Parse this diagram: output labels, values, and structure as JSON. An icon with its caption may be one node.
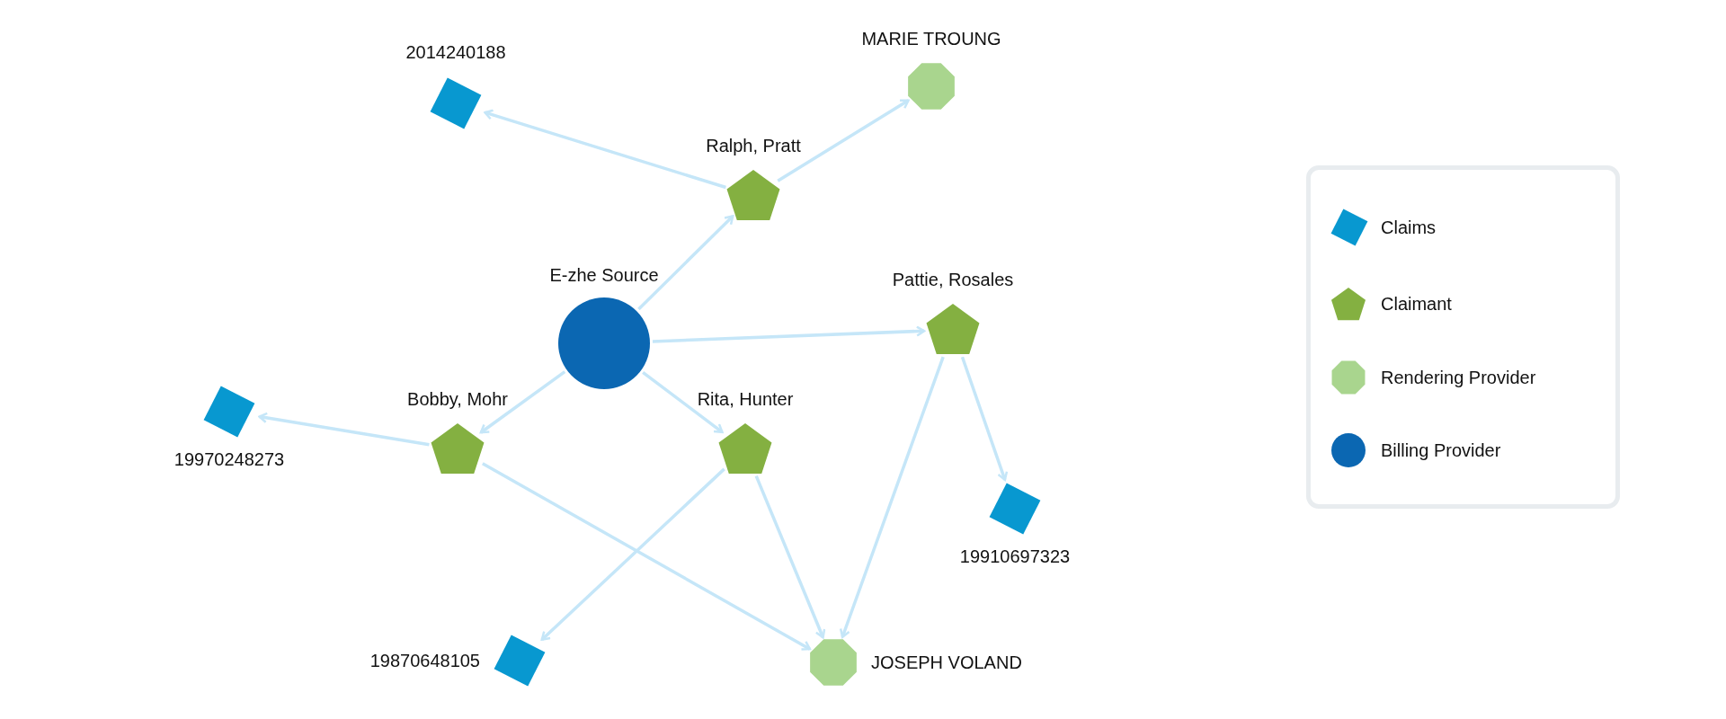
{
  "diagram": {
    "nodes": [
      {
        "text": [
          "E-zhe Source"
        ]
      },
      {
        "text": [
          "Ralph, Pratt"
        ]
      },
      {
        "text": [
          "MARIE TROUNG"
        ]
      },
      {
        "text": [
          "2014240188"
        ]
      },
      {
        "text": [
          "Pattie, Rosales"
        ]
      },
      {
        "text": [
          "Bobby, Mohr"
        ]
      },
      {
        "text": [
          "Rita, Hunter"
        ]
      },
      {
        "text": [
          "19970248273"
        ]
      },
      {
        "text": [
          "19910697323"
        ]
      },
      {
        "text": [
          "19870648105"
        ]
      },
      {
        "text": [
          "JOSEPH VOLAND"
        ]
      }
    ],
    "edges": [
      {
        "from": 0,
        "to": 1,
        "arrow": "to"
      },
      {
        "from": 1,
        "to": 3,
        "arrow": "to"
      },
      {
        "from": 1,
        "to": 2,
        "arrow": "to"
      },
      {
        "from": 0,
        "to": 4,
        "arrow": "to"
      },
      {
        "from": 0,
        "to": 5,
        "arrow": "to"
      },
      {
        "from": 0,
        "to": 6,
        "arrow": "to"
      },
      {
        "from": 5,
        "to": 7,
        "arrow": "to"
      },
      {
        "from": 5,
        "to": 10,
        "arrow": "to"
      },
      {
        "from": 6,
        "to": 9,
        "arrow": "to"
      },
      {
        "from": 6,
        "to": 10,
        "arrow": "to"
      },
      {
        "from": 4,
        "to": 10,
        "arrow": "to"
      },
      {
        "from": 4,
        "to": 8,
        "arrow": "to"
      }
    ],
    "legend": [
      {
        "text": "Claims",
        "color": "#0898d0"
      },
      {
        "text": "Claimant",
        "color": "#84b041"
      },
      {
        "text": "Rendering Provider",
        "color": "#a9d58e"
      },
      {
        "text": "Billing Provider",
        "color": "#0b67b2"
      }
    ]
  }
}
